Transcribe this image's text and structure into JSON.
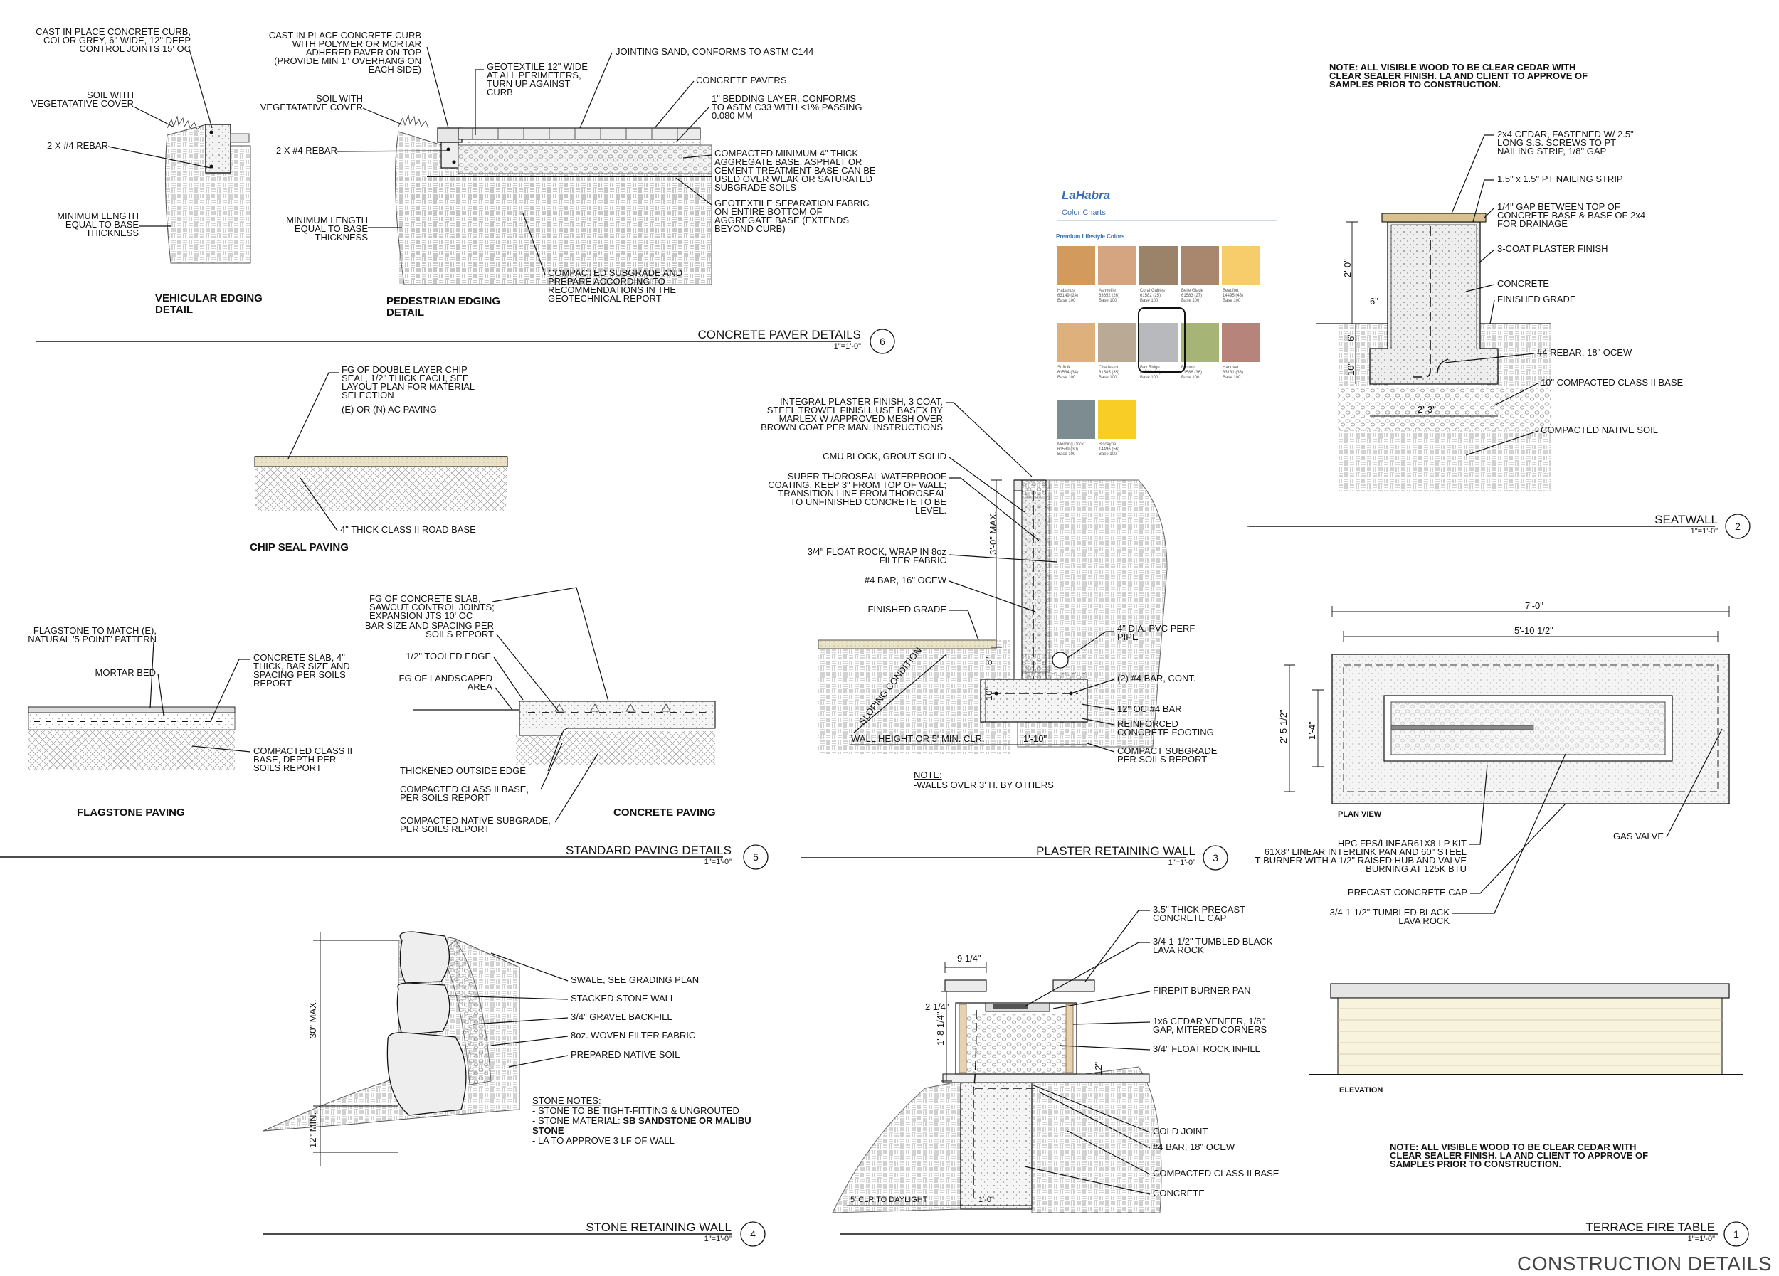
{
  "sheet_title": "CONSTRUCTION DETAILS",
  "scale": "1\"=1'-0\"",
  "details": {
    "d6": {
      "title": "CONCRETE PAVER DETAILS",
      "num": "6",
      "vehicular": {
        "title": "VEHICULAR EDGING",
        "title2": "DETAIL",
        "curb": [
          "CAST IN PLACE CONCRETE CURB,",
          "COLOR GREY, 6\" WIDE, 12\" DEEP",
          "CONTROL JOINTS 15' OC"
        ],
        "soil": [
          "SOIL WITH",
          "VEGETATATIVE COVER"
        ],
        "rebar": "2 X #4 REBAR",
        "minlen": [
          "MINIMUM LENGTH",
          "EQUAL TO BASE",
          "THICKNESS"
        ]
      },
      "pedestrian": {
        "title": "PEDESTRIAN EDGING",
        "title2": "DETAIL",
        "curb": [
          "CAST IN PLACE CONCRETE CURB",
          "WITH POLYMER OR MORTAR",
          "ADHERED PAVER ON TOP",
          "(PROVIDE MIN 1\" OVERHANG ON",
          "EACH SIDE)"
        ],
        "soil": [
          "SOIL WITH",
          "VEGETATATIVE COVER"
        ],
        "rebar": "2 X #4 REBAR",
        "minlen": [
          "MINIMUM LENGTH",
          "EQUAL TO BASE",
          "THICKNESS"
        ],
        "geotextile": [
          "GEOTEXTILE 12\" WIDE",
          "AT ALL PERIMETERS,",
          "TURN UP AGAINST",
          "CURB"
        ],
        "sand": "JOINTING SAND, CONFORMS TO ASTM C144",
        "pavers": "CONCRETE PAVERS",
        "bedding": [
          "1\" BEDDING LAYER, CONFORMS",
          "TO ASTM C33 WITH <1% PASSING",
          "0.080 MM"
        ],
        "base": [
          "COMPACTED MINIMUM 4\" THICK",
          "AGGREGATE BASE. ASPHALT OR",
          "CEMENT TREATMENT BASE CAN BE",
          "USED OVER WEAK OR SATURATED",
          "SUBGRADE SOILS"
        ],
        "fabric": [
          "GEOTEXTILE SEPARATION FABRIC",
          "ON ENTIRE BOTTOM OF",
          "AGGREGATE BASE (EXTENDS",
          "BEYOND CURB)"
        ],
        "subgrade": [
          "COMPACTED SUBGRADE AND",
          "PREPARE ACCORDING TO",
          "RECOMMENDATIONS IN THE",
          "GEOTECHNICAL REPORT"
        ]
      }
    },
    "d5": {
      "title": "STANDARD PAVING DETAILS",
      "num": "5",
      "chip": {
        "title": "CHIP SEAL PAVING",
        "fg": [
          "FG OF DOUBLE LAYER CHIP",
          "SEAL, 1/2\" THICK EACH, SEE",
          "LAYOUT PLAN FOR MATERIAL",
          "SELECTION"
        ],
        "ac": "(E) OR (N) AC PAVING",
        "base": "4\" THICK CLASS II ROAD BASE"
      },
      "flag": {
        "title": "FLAGSTONE PAVING",
        "stone": [
          "FLAGSTONE TO MATCH (E),",
          "NATURAL '5 POINT' PATTERN"
        ],
        "mortar": "MORTAR BED",
        "slab": [
          "CONCRETE SLAB, 4\"",
          "THICK, BAR SIZE AND",
          "SPACING PER SOILS",
          "REPORT"
        ],
        "base": [
          "COMPACTED CLASS II",
          "BASE, DEPTH PER",
          "SOILS REPORT"
        ]
      },
      "conc": {
        "title": "CONCRETE PAVING",
        "fg": [
          "FG OF CONCRETE SLAB,",
          "SAWCUT CONTROL JOINTS;",
          "EXPANSION JTS 10' OC"
        ],
        "bar": [
          "BAR SIZE AND SPACING PER",
          "SOILS REPORT"
        ],
        "edge": "1/2\" TOOLED EDGE",
        "fgland": [
          "FG OF LANDSCAPED",
          "AREA"
        ],
        "thick": "THICKENED OUTSIDE EDGE",
        "base": [
          "COMPACTED CLASS II BASE,",
          "PER SOILS REPORT"
        ],
        "native": [
          "COMPACTED NATIVE SUBGRADE,",
          "PER SOILS REPORT"
        ]
      }
    },
    "d4": {
      "title": "STONE RETAINING WALL",
      "num": "4",
      "swale": "SWALE, SEE GRADING PLAN",
      "stacked": "STACKED STONE WALL",
      "gravel": "3/4\" GRAVEL BACKFILL",
      "filter": "8oz. WOVEN FILTER FABRIC",
      "native": "PREPARED NATIVE SOIL",
      "max": "30\" MAX.",
      "min": "12\" MIN.",
      "notes_title": "STONE NOTES:",
      "note1": "-  STONE TO BE TIGHT-FITTING & UNGROUTED",
      "note2a": "-  STONE MATERIAL:  ",
      "note2b": "SB SANDSTONE OR MALIBU",
      "note2c": "STONE",
      "note3": "-  LA TO APPROVE 3 LF OF WALL"
    },
    "d3": {
      "title": "PLASTER RETAINING WALL",
      "num": "3",
      "plaster": [
        "INTEGRAL PLASTER FINISH, 3 COAT,",
        "STEEL TROWEL FINISH.  USE BASEX BY",
        "MARLEX W /APPROVED MESH OVER",
        "BROWN COAT PER MAN. INSTRUCTIONS"
      ],
      "cmu": "CMU BLOCK, GROUT SOLID",
      "coating": [
        "SUPER THOROSEAL WATERPROOF",
        "COATING, KEEP 3\" FROM TOP OF WALL;",
        "TRANSITION LINE FROM THOROSEAL",
        "TO UNFINISHED CONCRETE TO BE",
        "LEVEL."
      ],
      "rock": [
        "3/4\" FLOAT ROCK, WRAP IN 8oz",
        "FILTER FABRIC"
      ],
      "bar": "#4 BAR, 16\" OCEW",
      "grade": "FINISHED GRADE",
      "pipe": [
        "4\" DIA. PVC PERF",
        "PIPE"
      ],
      "cont": "(2) #4 BAR, CONT.",
      "oc": "12\" OC #4 BAR",
      "footing": [
        "REINFORCED",
        "CONCRETE FOOTING"
      ],
      "subgrade": [
        "COMPACT SUBGRADE",
        "PER SOILS REPORT"
      ],
      "max": "3'-0\" MAX.",
      "sloping": "SLOPING CONDITION",
      "wallh": "WALL HEIGHT OR 5' MIN. CLR.",
      "w110": "1'-10\"",
      "h8": "8\"",
      "h10": "10\"",
      "note_title": "NOTE:",
      "note": "-WALLS OVER 3' H. BY OTHERS"
    },
    "d2": {
      "title": "SEATWALL",
      "num": "2",
      "note": [
        "NOTE:  ALL VISIBLE WOOD TO BE CLEAR CEDAR WITH",
        "CLEAR SEALER FINISH.  LA AND CLIENT TO APPROVE OF",
        "SAMPLES PRIOR TO CONSTRUCTION."
      ],
      "cedar": [
        "2x4 CEDAR, FASTENED W/ 2.5\"",
        "LONG S.S. SCREWS TO PT",
        "NAILING STRIP, 1/8\" GAP"
      ],
      "strip": "1.5\" x 1.5\" PT NAILING STRIP",
      "gap": [
        "1/4\" GAP BETWEEN TOP OF",
        "CONCRETE BASE & BASE OF 2x4",
        "FOR DRAINAGE"
      ],
      "plaster": "3-COAT PLASTER FINISH",
      "concrete": "CONCRETE",
      "grade": "FINISHED GRADE",
      "rebar": "#4 REBAR, 18\" OCEW",
      "base": "10\" COMPACTED CLASS II BASE",
      "native": "COMPACTED NATIVE SOIL",
      "h20": "2'-0\"",
      "w6": "6\"",
      "h6": "6\"",
      "h10": "10\"",
      "w23": "2'-3\""
    },
    "d1": {
      "title": "TERRACE FIRE TABLE",
      "num": "1",
      "plan": "PLAN VIEW",
      "elev": "ELEVATION",
      "kit": [
        "HPC FPS/LINEAR61X8-LP KIT",
        "61X8\" LINEAR INTERLINK PAN AND 60\" STEEL",
        "T-BURNER WITH A 1/2\" RAISED HUB AND VALVE",
        "BURNING AT 125K BTU"
      ],
      "gas": "GAS VALVE",
      "cap": "PRECAST CONCRETE CAP",
      "lava": [
        "3/4-1-1/2\" TUMBLED BLACK",
        "LAVA ROCK"
      ],
      "w70": "7'-0\"",
      "w510": "5'-10 1/2\"",
      "h25": "2'-5 1/2\"",
      "h14": "1'-4\"",
      "note": [
        "NOTE:  ALL VISIBLE WOOD TO BE CLEAR CEDAR WITH",
        "CLEAR SEALER FINISH.  LA AND CLIENT TO APPROVE OF",
        "SAMPLES PRIOR TO CONSTRUCTION."
      ],
      "sec": {
        "cap": [
          "3.5\" THICK PRECAST",
          "CONCRETE CAP"
        ],
        "lava": [
          "3/4-1-1/2\" TUMBLED BLACK",
          "LAVA ROCK"
        ],
        "pan": "FIREPIT BURNER PAN",
        "veneer": [
          "1x6 CEDAR VENEER, 1/8\"",
          "GAP, MITERED CORNERS"
        ],
        "infill": "3/4\" FLOAT ROCK INFILL",
        "joint": "COLD JOINT",
        "bar": "#4 BAR, 18\" OCEW",
        "base": "COMPACTED CLASS II BASE",
        "concrete": "CONCRETE",
        "w914": "9 1/4\"",
        "h214": "2 1/4\"",
        "h184": "1'-8 1/4\"",
        "h12": "12\"",
        "clr": "5' CLR TO DAYLIGHT",
        "w10": "1'-0\""
      }
    }
  },
  "chart": {
    "brand": "LaHabra",
    "subtitle": "Color Charts",
    "section": "Premium Lifestyle Colors",
    "swatches": [
      {
        "name": "Habanos",
        "code": "63149 (24)",
        "base": "Base 100",
        "color": "#d39a5e"
      },
      {
        "name": "Ashveille",
        "code": "63652 (26)",
        "base": "Base 100",
        "color": "#d5a582"
      },
      {
        "name": "Coral Gables",
        "code": "61582 (25)",
        "base": "Base 100",
        "color": "#9b8369"
      },
      {
        "name": "Belle Glade",
        "code": "61583 (27)",
        "base": "Base 100",
        "color": "#a8876e"
      },
      {
        "name": "Beaufort",
        "code": "14495 (43)",
        "base": "Base 100",
        "color": "#f7cd6c"
      },
      {
        "name": "Suffolk",
        "code": "61584 (34)",
        "base": "Base 100",
        "color": "#ddb07c"
      },
      {
        "name": "Charleston",
        "code": "61585 (35)",
        "base": "Base 100",
        "color": "#b9a995"
      },
      {
        "name": "Bay Ridge",
        "code": "61593 (32)",
        "base": "Base 100",
        "color": "#b8b9bd"
      },
      {
        "name": "Boston",
        "code": "61586 (36)",
        "base": "Base 100",
        "color": "#a6b575"
      },
      {
        "name": "Hanover",
        "code": "63131 (33)",
        "base": "Base 100",
        "color": "#b7847b"
      },
      {
        "name": "Morning Dock",
        "code": "61589 (30)",
        "base": "Base 100",
        "color": "#7d8c90"
      },
      {
        "name": "Biscayne",
        "code": "14496 (56)",
        "base": "Base 100",
        "color": "#f7cd26"
      }
    ]
  }
}
